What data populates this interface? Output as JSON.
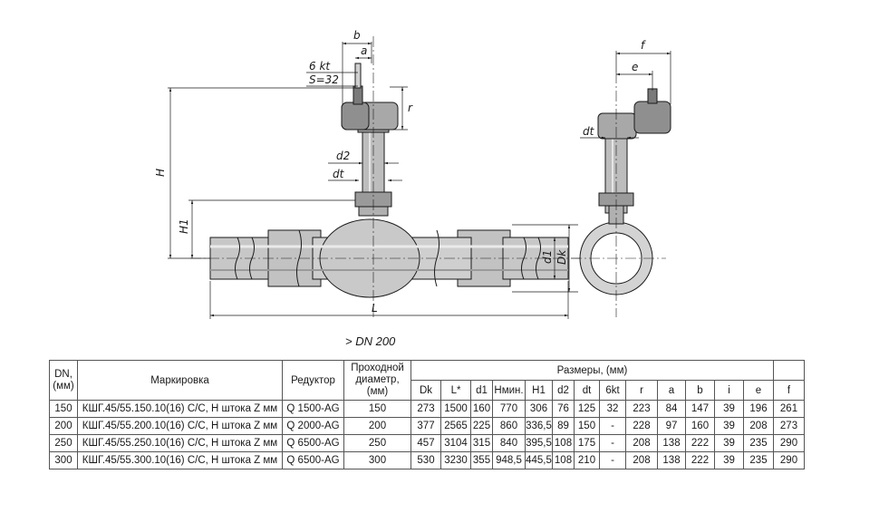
{
  "drawing": {
    "labels": {
      "b": "b",
      "a": "a",
      "kt": "6 kt",
      "s": "S=32",
      "r": "r",
      "H": "H",
      "H1": "H1",
      "d2": "d2",
      "dt": "dt",
      "d1": "d1",
      "Dk": "Dk",
      "L": "L",
      "f": "f",
      "e": "e",
      "dt_side": "dt"
    }
  },
  "caption": "> DN 200",
  "table": {
    "header": {
      "dn": "DN, (мм)",
      "marking": "Маркировка",
      "reducer": "Редуктор",
      "bore": "Проходной диаметр, (мм)",
      "sizes": "Размеры, (мм)"
    },
    "dims": [
      "Dk",
      "L*",
      "d1",
      "Hмин.",
      "H1",
      "d2",
      "dt",
      "6kt",
      "r",
      "a",
      "b",
      "i",
      "e",
      "f"
    ],
    "rows": [
      {
        "dn": "150",
        "marking": "КШГ.45/55.150.10(16) С/С, Н штока Z мм",
        "reducer": "Q 1500-AG",
        "bore": "150",
        "vals": [
          "273",
          "1500",
          "160",
          "770",
          "306",
          "76",
          "125",
          "32",
          "223",
          "84",
          "147",
          "39",
          "196",
          "261"
        ]
      },
      {
        "dn": "200",
        "marking": "КШГ.45/55.200.10(16) С/С, Н штока Z мм",
        "reducer": "Q 2000-AG",
        "bore": "200",
        "vals": [
          "377",
          "2565",
          "225",
          "860",
          "336,5",
          "89",
          "150",
          "-",
          "228",
          "97",
          "160",
          "39",
          "208",
          "273"
        ]
      },
      {
        "dn": "250",
        "marking": "КШГ.45/55.250.10(16) С/С, Н штока Z мм",
        "reducer": "Q 6500-AG",
        "bore": "250",
        "vals": [
          "457",
          "3104",
          "315",
          "840",
          "395,5",
          "108",
          "175",
          "-",
          "208",
          "138",
          "222",
          "39",
          "235",
          "290"
        ]
      },
      {
        "dn": "300",
        "marking": "КШГ.45/55.300.10(16) С/С, Н штока Z мм",
        "reducer": "Q 6500-AG",
        "bore": "300",
        "vals": [
          "530",
          "3230",
          "355",
          "948,5",
          "445,5",
          "108",
          "210",
          "-",
          "208",
          "138",
          "222",
          "39",
          "235",
          "290"
        ]
      }
    ]
  }
}
